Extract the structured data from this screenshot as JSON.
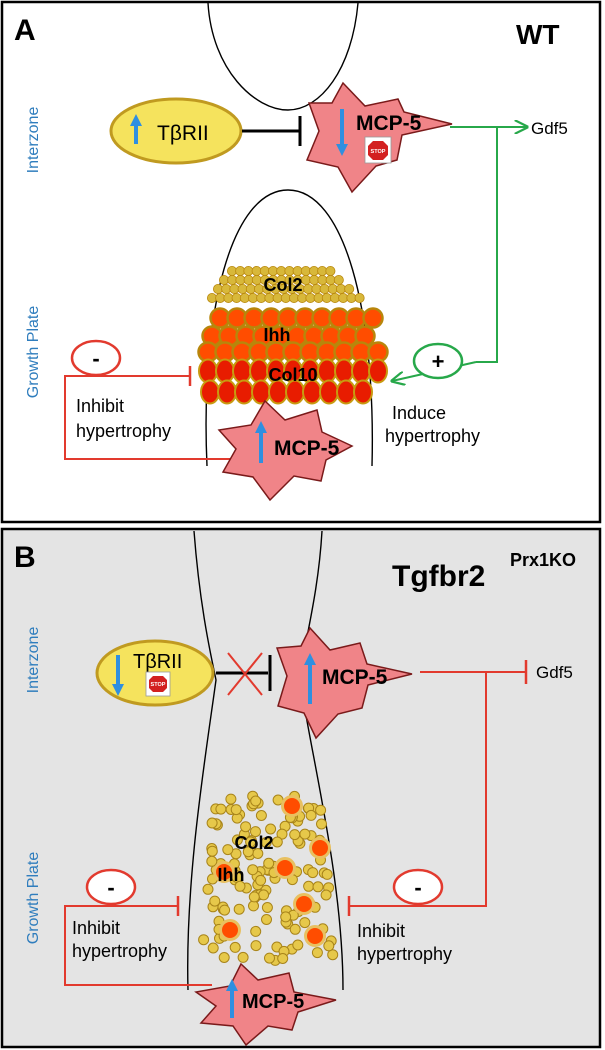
{
  "colors": {
    "frame": "#000000",
    "panel_b_bg": "#e4e4e4",
    "side_label": "#2f7dbd",
    "star_fill": "#f08488",
    "star_stroke": "#7a1a1a",
    "ellipse_fill": "#f5e35d",
    "ellipse_stroke": "#c09a20",
    "cell_fill": "#ff4d00",
    "cell_rim": "#b8860b",
    "small_cell": "#d8b83a",
    "arrow_blue": "#2f8fe0",
    "inhibit_red": "#e23a2e",
    "activate_green": "#27a84a"
  },
  "panel_a": {
    "letter": "A",
    "genotype": "WT",
    "side_labels": {
      "interzone": "Interzone",
      "growth_plate": "Growth Plate"
    },
    "receptor": {
      "label": "TβRII",
      "arrow": "up"
    },
    "mcp5_interzone": {
      "label": "MCP-5",
      "arrow": "down",
      "stop_sign": "STOP"
    },
    "target": "Gdf5",
    "layers": {
      "col2": "Col2",
      "ihh": "Ihh",
      "col10": "Col10"
    },
    "mcp5_growth": {
      "label": "MCP-5",
      "arrow": "up"
    },
    "minus_sign": "-",
    "plus_sign": "+",
    "inhibit_text": [
      "Inhibit",
      "hypertrophy"
    ],
    "induce_text": [
      "Induce",
      "hypertrophy"
    ]
  },
  "panel_b": {
    "letter": "B",
    "genotype": "Tgfbr2",
    "genotype_sup": "Prx1KO",
    "side_labels": {
      "interzone": "Interzone",
      "growth_plate": "Growth Plate"
    },
    "receptor": {
      "label": "TβRII",
      "arrow": "down",
      "stop_sign": "STOP"
    },
    "mcp5_interzone": {
      "label": "MCP-5",
      "arrow": "up"
    },
    "target": "Gdf5",
    "layers": {
      "col2": "Col2",
      "ihh": "Ihh"
    },
    "mcp5_growth": {
      "label": "MCP-5",
      "arrow": "up"
    },
    "minus_left": "-",
    "minus_right": "-",
    "inhibit_left": [
      "Inhibit",
      "hypertrophy"
    ],
    "inhibit_right": [
      "Inhibit",
      "hypertrophy"
    ]
  }
}
